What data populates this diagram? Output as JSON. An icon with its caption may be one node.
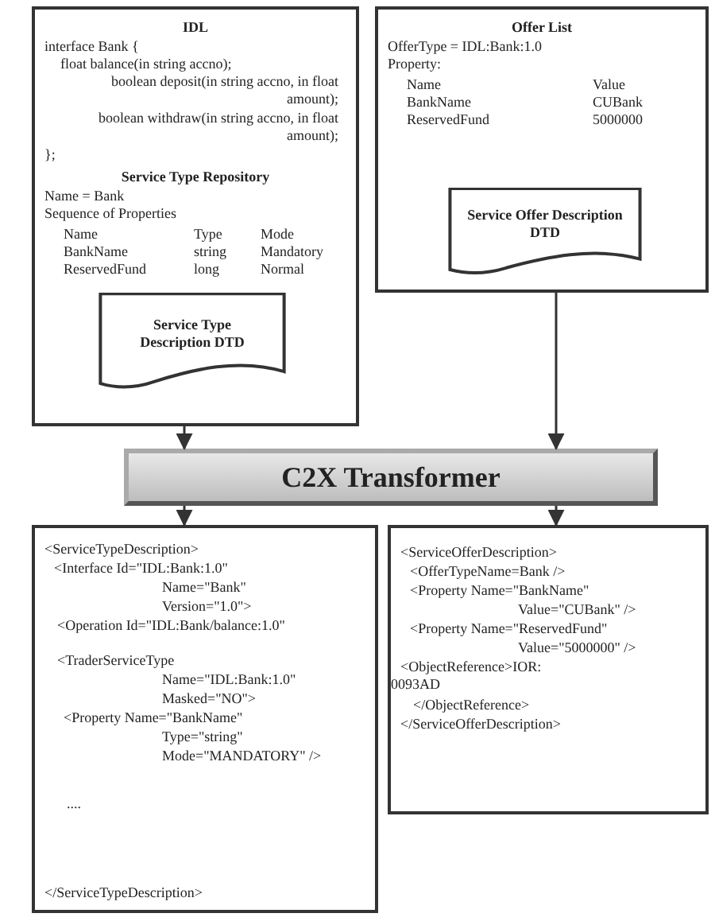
{
  "diagram": {
    "nodes": [
      {
        "text": [
          "IDL",
          "interface Bank {",
          "float balance(in string accno);",
          "boolean deposit(in string accno, in float amount);",
          "boolean withdraw(in string accno, in float amount);",
          "};",
          "Service Type Repository",
          "Name = Bank",
          "Sequence of Properties",
          "Name",
          "Type",
          "Mode",
          "BankName",
          "string",
          "Mandatory",
          "ReservedFund",
          "long",
          "Normal"
        ]
      },
      {
        "text": [
          "Service Type Description DTD"
        ],
        "in": 0
      },
      {
        "text": [
          "Offer List",
          "OfferType = IDL:Bank:1.0",
          "Property:",
          "Name",
          "Value",
          "BankName",
          "CUBank",
          "ReservedFund",
          "5000000"
        ]
      },
      {
        "text": [
          "Service Offer Description DTD"
        ],
        "in": 2
      },
      {
        "text": [
          "C2X Transformer"
        ]
      },
      {
        "text": [
          "<ServiceTypeDescription>",
          "<Interface Id=\"IDL:Bank:1.0\"",
          "Name=\"Bank\"",
          "Version=\"1.0\">",
          "<Operation Id=\"IDL:Bank/balance:1.0\"",
          "<TraderServiceType",
          "Name=\"IDL:Bank:1.0\"",
          "Masked=\"NO\">",
          "<Property Name=\"BankName\"",
          "Type=\"string\"",
          "Mode=\"MANDATORY\" />",
          "....",
          "</ServiceTypeDescription>"
        ]
      },
      {
        "text": [
          "<ServiceOfferDescription>",
          "<OfferTypeName=Bank />",
          "<Property Name=\"BankName\"",
          "Value=\"CUBank\" />",
          "<Property Name=\"ReservedFund\"",
          "Value=\"5000000\" />",
          "<ObjectReference>IOR: 0093AD",
          "</ObjectReference>",
          "</ServiceOfferDescription>"
        ]
      }
    ],
    "edges": [
      {
        "from": 0,
        "to": 4,
        "arrow": "to"
      },
      {
        "from": 2,
        "to": 4,
        "arrow": "to"
      },
      {
        "from": 4,
        "to": 5,
        "arrow": "to"
      },
      {
        "from": 4,
        "to": 6,
        "arrow": "to"
      }
    ]
  }
}
